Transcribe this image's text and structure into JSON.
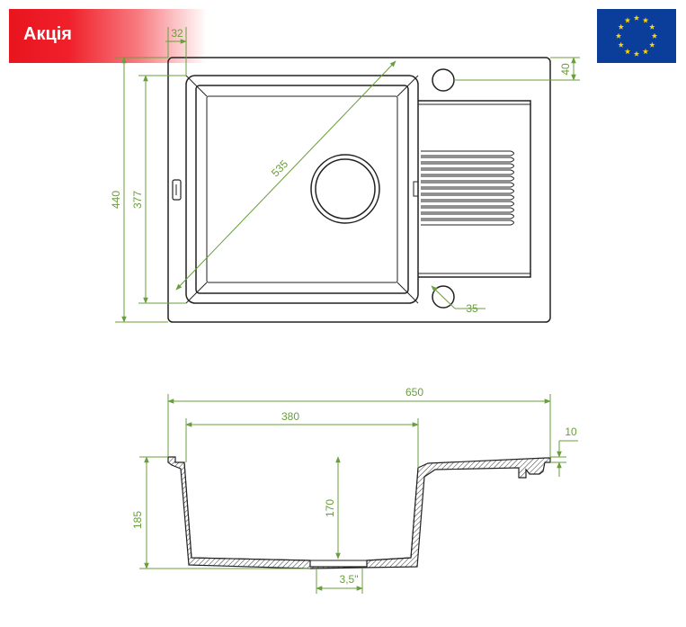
{
  "badge": {
    "label": "Акція"
  },
  "eu_flag": {
    "icon": "eu-flag-icon",
    "background": "#0b3e9b",
    "star_color": "#ffd200"
  },
  "colors": {
    "accent": "#e8141e",
    "dimension": "#6a9e3c",
    "outline": "#222222"
  },
  "top_view": {
    "width_left_offset": "32",
    "hole_offset": "40",
    "overall_depth": "440",
    "bowl_depth": "377",
    "diagonal": "535",
    "hole_diameter": "35"
  },
  "side_view": {
    "overall_width": "650",
    "bowl_width": "380",
    "rim_thickness": "10",
    "overall_height": "185",
    "bowl_height": "170",
    "drain": "3,5\""
  }
}
